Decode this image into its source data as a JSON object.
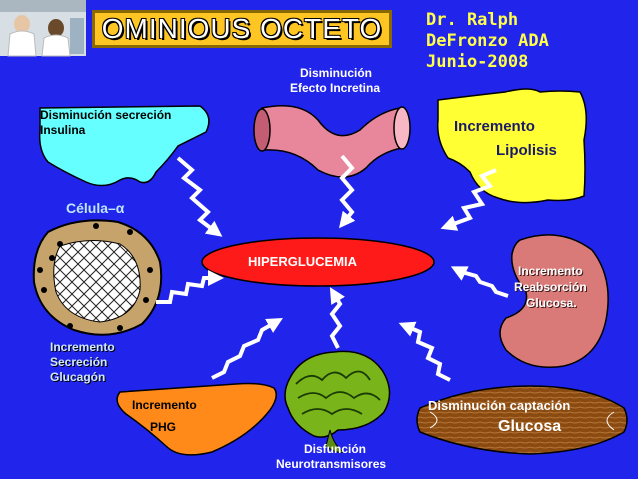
{
  "title": "OMINIOUS OCTETO",
  "author": {
    "line1": "Dr. Ralph",
    "line2": "DeFronzo ADA",
    "line3": "Junio-2008"
  },
  "center": "HIPERGLUCEMIA",
  "labels": {
    "incretina_1": "Disminución",
    "incretina_2": "Efecto Incretina",
    "pancreas_1": "Disminución secreción",
    "pancreas_2": "Insulina",
    "lipolisis_1": "Incremento",
    "lipolisis_2": "Lipolisis",
    "alpha": "Célula–α",
    "rinon_1": "Incremento",
    "rinon_2": "Reabsorción",
    "rinon_3": "Glucosa.",
    "glucagon_1": "Incremento",
    "glucagon_2": "Secreción",
    "glucagon_3": "Glucagón",
    "higado_1": "Incremento",
    "higado_2": "PHG",
    "cerebro_1": "Disfunción",
    "cerebro_2": "Neurotransmisores",
    "musculo_1": "Disminución captación",
    "musculo_2": "Glucosa"
  },
  "colors": {
    "background": "#2124ea",
    "title_box": "#ffc623",
    "author_text": "#ffff4a",
    "center_ellipse": "#ff1a1a",
    "pancreas": "#66ffff",
    "fat": "#ffff33",
    "kidney": "#d97a78",
    "liver": "#ff8a1a",
    "brain": "#78b41a",
    "muscle": "#8a4a10"
  }
}
